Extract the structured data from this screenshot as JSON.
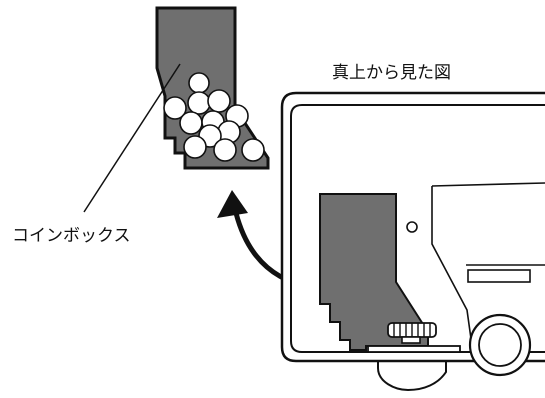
{
  "labels": {
    "top_view": "真上から見た図",
    "coin_box": "コインボックス"
  },
  "colors": {
    "box_fill": "#6f6f6f",
    "outline": "#111111",
    "coin_fill": "#ffffff",
    "background": "#ffffff"
  },
  "icons": {
    "arrow": "curved-arrow-icon",
    "coin": "coin-circle",
    "knob": "thumb-screw-icon"
  }
}
